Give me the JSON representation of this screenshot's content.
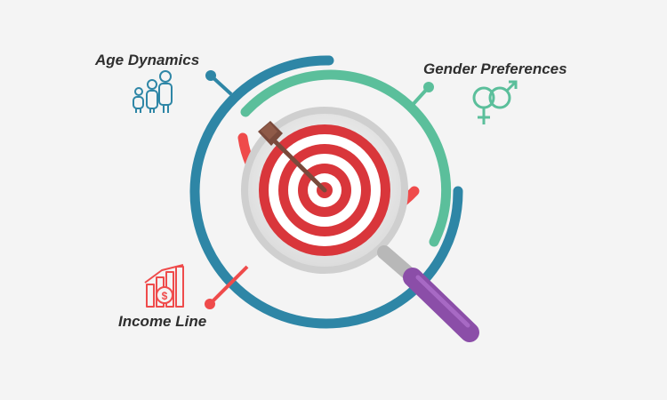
{
  "labels": {
    "age": "Age Dynamics",
    "gender": "Gender Preferences",
    "income": "Income Line"
  },
  "colors": {
    "background": "#f4f4f4",
    "age": "#2e86a6",
    "gender": "#5bbf9b",
    "income": "#ef4b4b",
    "target_red": "#d9363b",
    "handle": "#8b4ea8",
    "dart": "#7a4a3c"
  },
  "icons": {
    "age": "family-icon",
    "gender": "gender-symbols-icon",
    "income": "income-chart-icon"
  }
}
